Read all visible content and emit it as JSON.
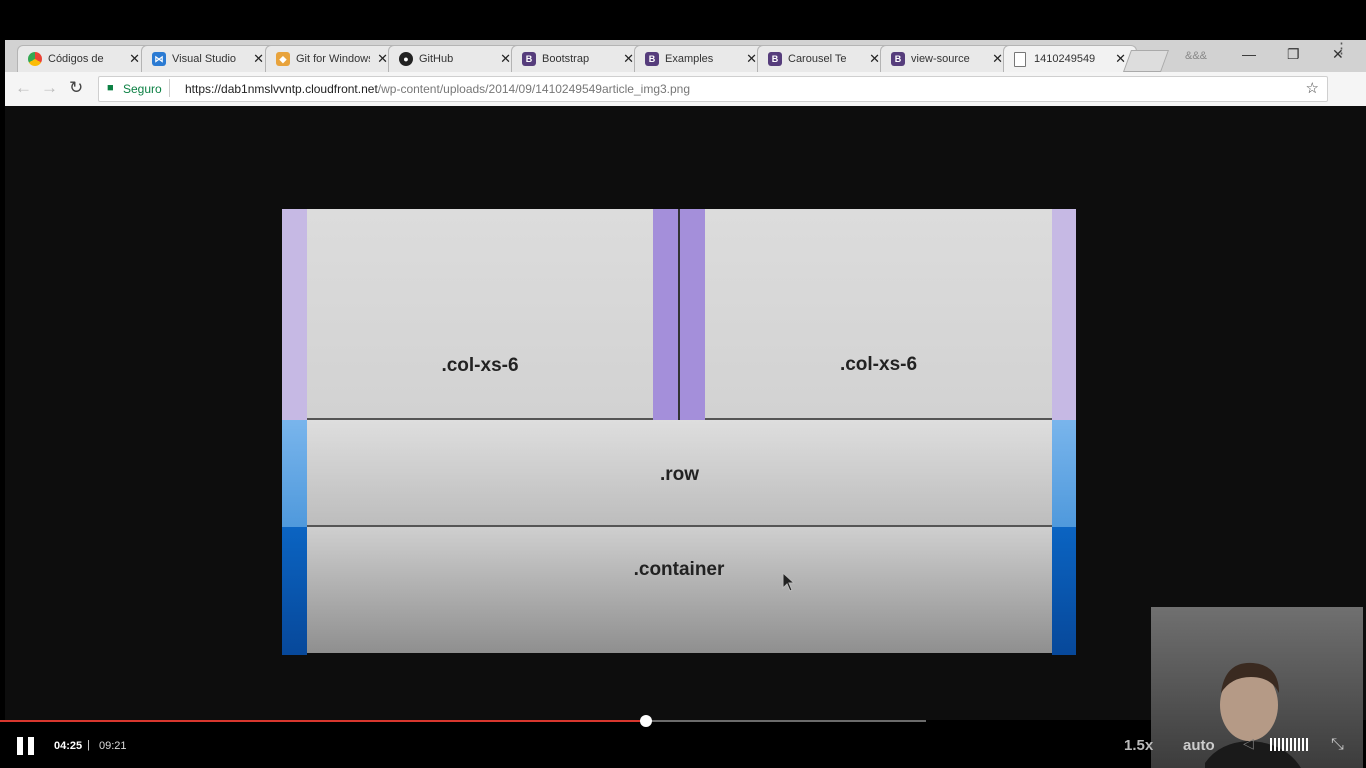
{
  "browser": {
    "tabs": [
      {
        "label": "Códigos de",
        "icon": "chrome-icon"
      },
      {
        "label": "Visual Studio",
        "icon": "vscode-icon"
      },
      {
        "label": "Git for Windows",
        "icon": "git-icon"
      },
      {
        "label": "GitHub",
        "icon": "github-icon"
      },
      {
        "label": "Bootstrap",
        "icon": "bootstrap-icon"
      },
      {
        "label": "Examples",
        "icon": "bootstrap-icon"
      },
      {
        "label": "Carousel Te",
        "icon": "bootstrap-icon"
      },
      {
        "label": "view-source",
        "icon": "bootstrap-icon"
      },
      {
        "label": "1410249549",
        "icon": "document-icon"
      }
    ],
    "profile_label": "&&&",
    "address": {
      "security_label": "Seguro",
      "host": "https://dab1nmslvvntp.cloudfront.net",
      "path": "/wp-content/uploads/2014/09/1410249549article_img3.png"
    }
  },
  "diagram": {
    "col_left_label": ".col-xs-6",
    "col_right_label": ".col-xs-6",
    "row_label": ".row",
    "container_label": ".container"
  },
  "player": {
    "current_time": "04:25",
    "separator": "|",
    "total_time": "09:21",
    "progress": 0.473,
    "buffered": 0.678,
    "speed": "1.5x",
    "quality": "auto"
  },
  "colors": {
    "accent_red": "#d8372e",
    "lavender": "#c6b9e4",
    "purple": "#a48fda",
    "light_blue": "#5fa6e4",
    "dark_blue": "#0a5bb6"
  }
}
